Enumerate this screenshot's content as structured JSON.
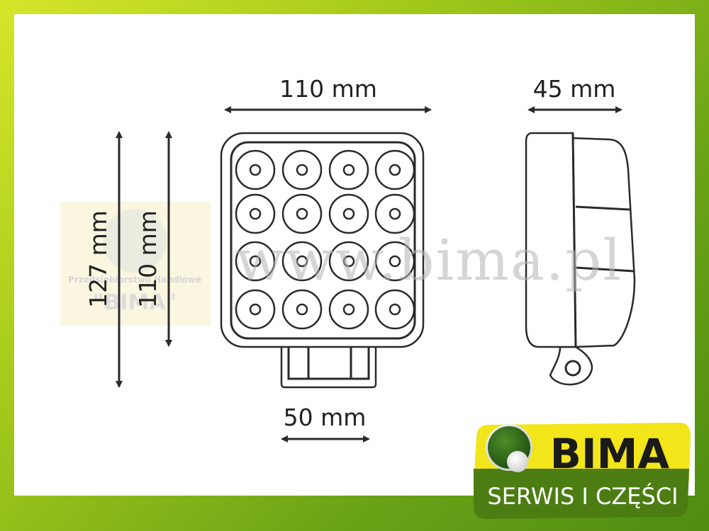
{
  "dimensions": {
    "front_width": "110 mm",
    "side_depth": "45 mm",
    "bracket_width": "50 mm",
    "total_height": "127 mm",
    "body_height": "110 mm"
  },
  "watermark": {
    "url": "www.bima.pl",
    "company_line": "Przedsiębiorstwo Handlowe",
    "company_name": "\"BIMA\""
  },
  "logo": {
    "brand": "BIMA",
    "tagline": "SERWIS I CZĘŚCI",
    "colors": {
      "yellow": "#f2e51a",
      "green": "#4c7d12",
      "ball_green": "#2f6a1a"
    }
  }
}
